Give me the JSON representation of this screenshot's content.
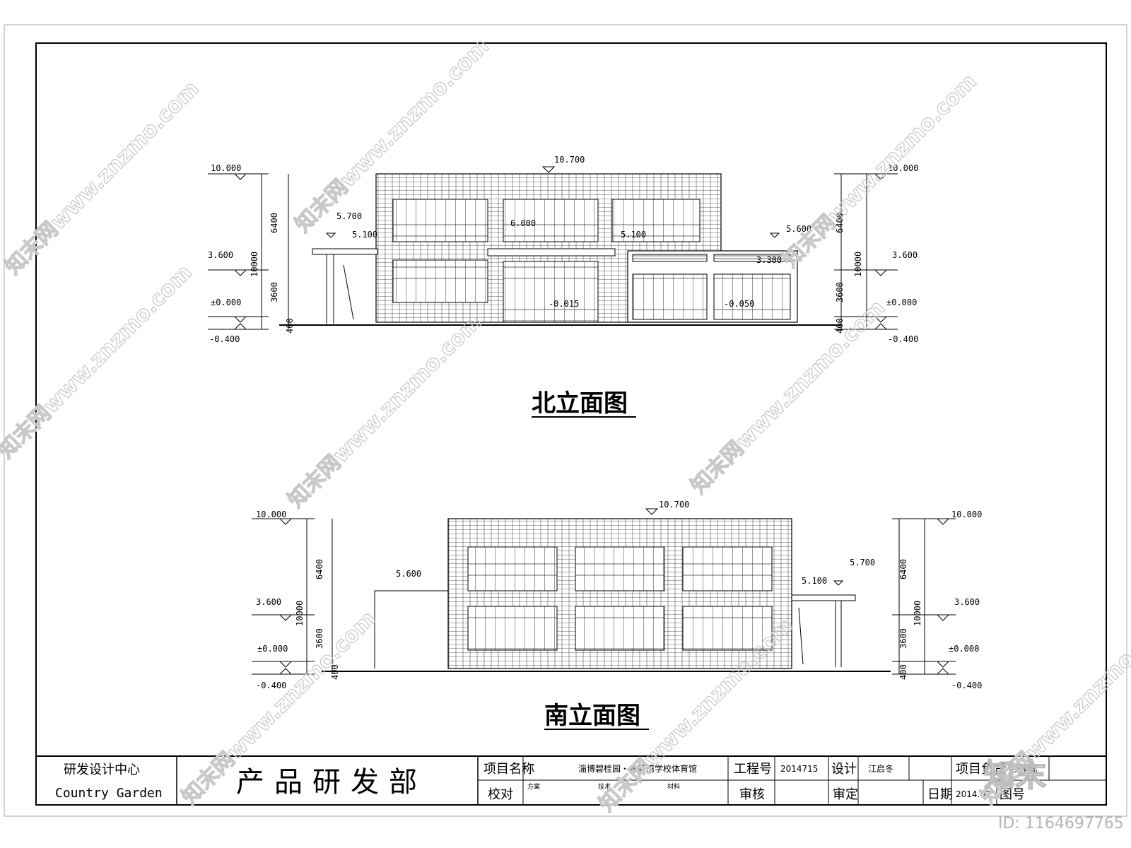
{
  "watermark": {
    "text": "知末网www.znzmo.com",
    "logo": "知末",
    "id_label": "ID: 1164697765"
  },
  "north": {
    "title": "北立面图",
    "levels_left": [
      "10.000",
      "3.600",
      "±0.000",
      "-0.400"
    ],
    "levels_right": [
      "10.000",
      "3.600",
      "±0.000",
      "-0.400"
    ],
    "dims_left": [
      "6400",
      "3600",
      "10000",
      "400"
    ],
    "dims_right": [
      "6400",
      "3600",
      "10000",
      "400"
    ],
    "tags": [
      "10.700",
      "5.700",
      "5.100",
      "6.000",
      "5.100",
      "5.600",
      "3.300",
      "-0.015",
      "-0.050"
    ]
  },
  "south": {
    "title": "南立面图",
    "levels_left": [
      "10.000",
      "3.600",
      "±0.000",
      "-0.400"
    ],
    "levels_right": [
      "10.000",
      "3.600",
      "±0.000",
      "-0.400"
    ],
    "dims_left": [
      "6400",
      "3600",
      "10000",
      "400"
    ],
    "dims_right": [
      "6400",
      "3600",
      "10000",
      "400"
    ],
    "tags": [
      "10.700",
      "5.600",
      "5.700",
      "5.100"
    ]
  },
  "title_block": {
    "center_cn": "研发设计中心",
    "center_en": "Country Garden",
    "dept": "产品研发部",
    "project_label": "项目名称",
    "project_name": "淄博碧桂园・水蓝湾学校体育馆",
    "job_no_label": "工程号",
    "job_no": "2014715",
    "design_label": "设计",
    "designer": "江启冬",
    "pm_label": "项目负责",
    "pm": "罗辛蕊",
    "check_label": "校对",
    "scheme_label": "方案",
    "tech_label": "技术",
    "material_label": "材料",
    "review_label": "审核",
    "approve_label": "审定",
    "date_label": "日期",
    "date": "2014.03",
    "drawing_no_label": "图号"
  }
}
